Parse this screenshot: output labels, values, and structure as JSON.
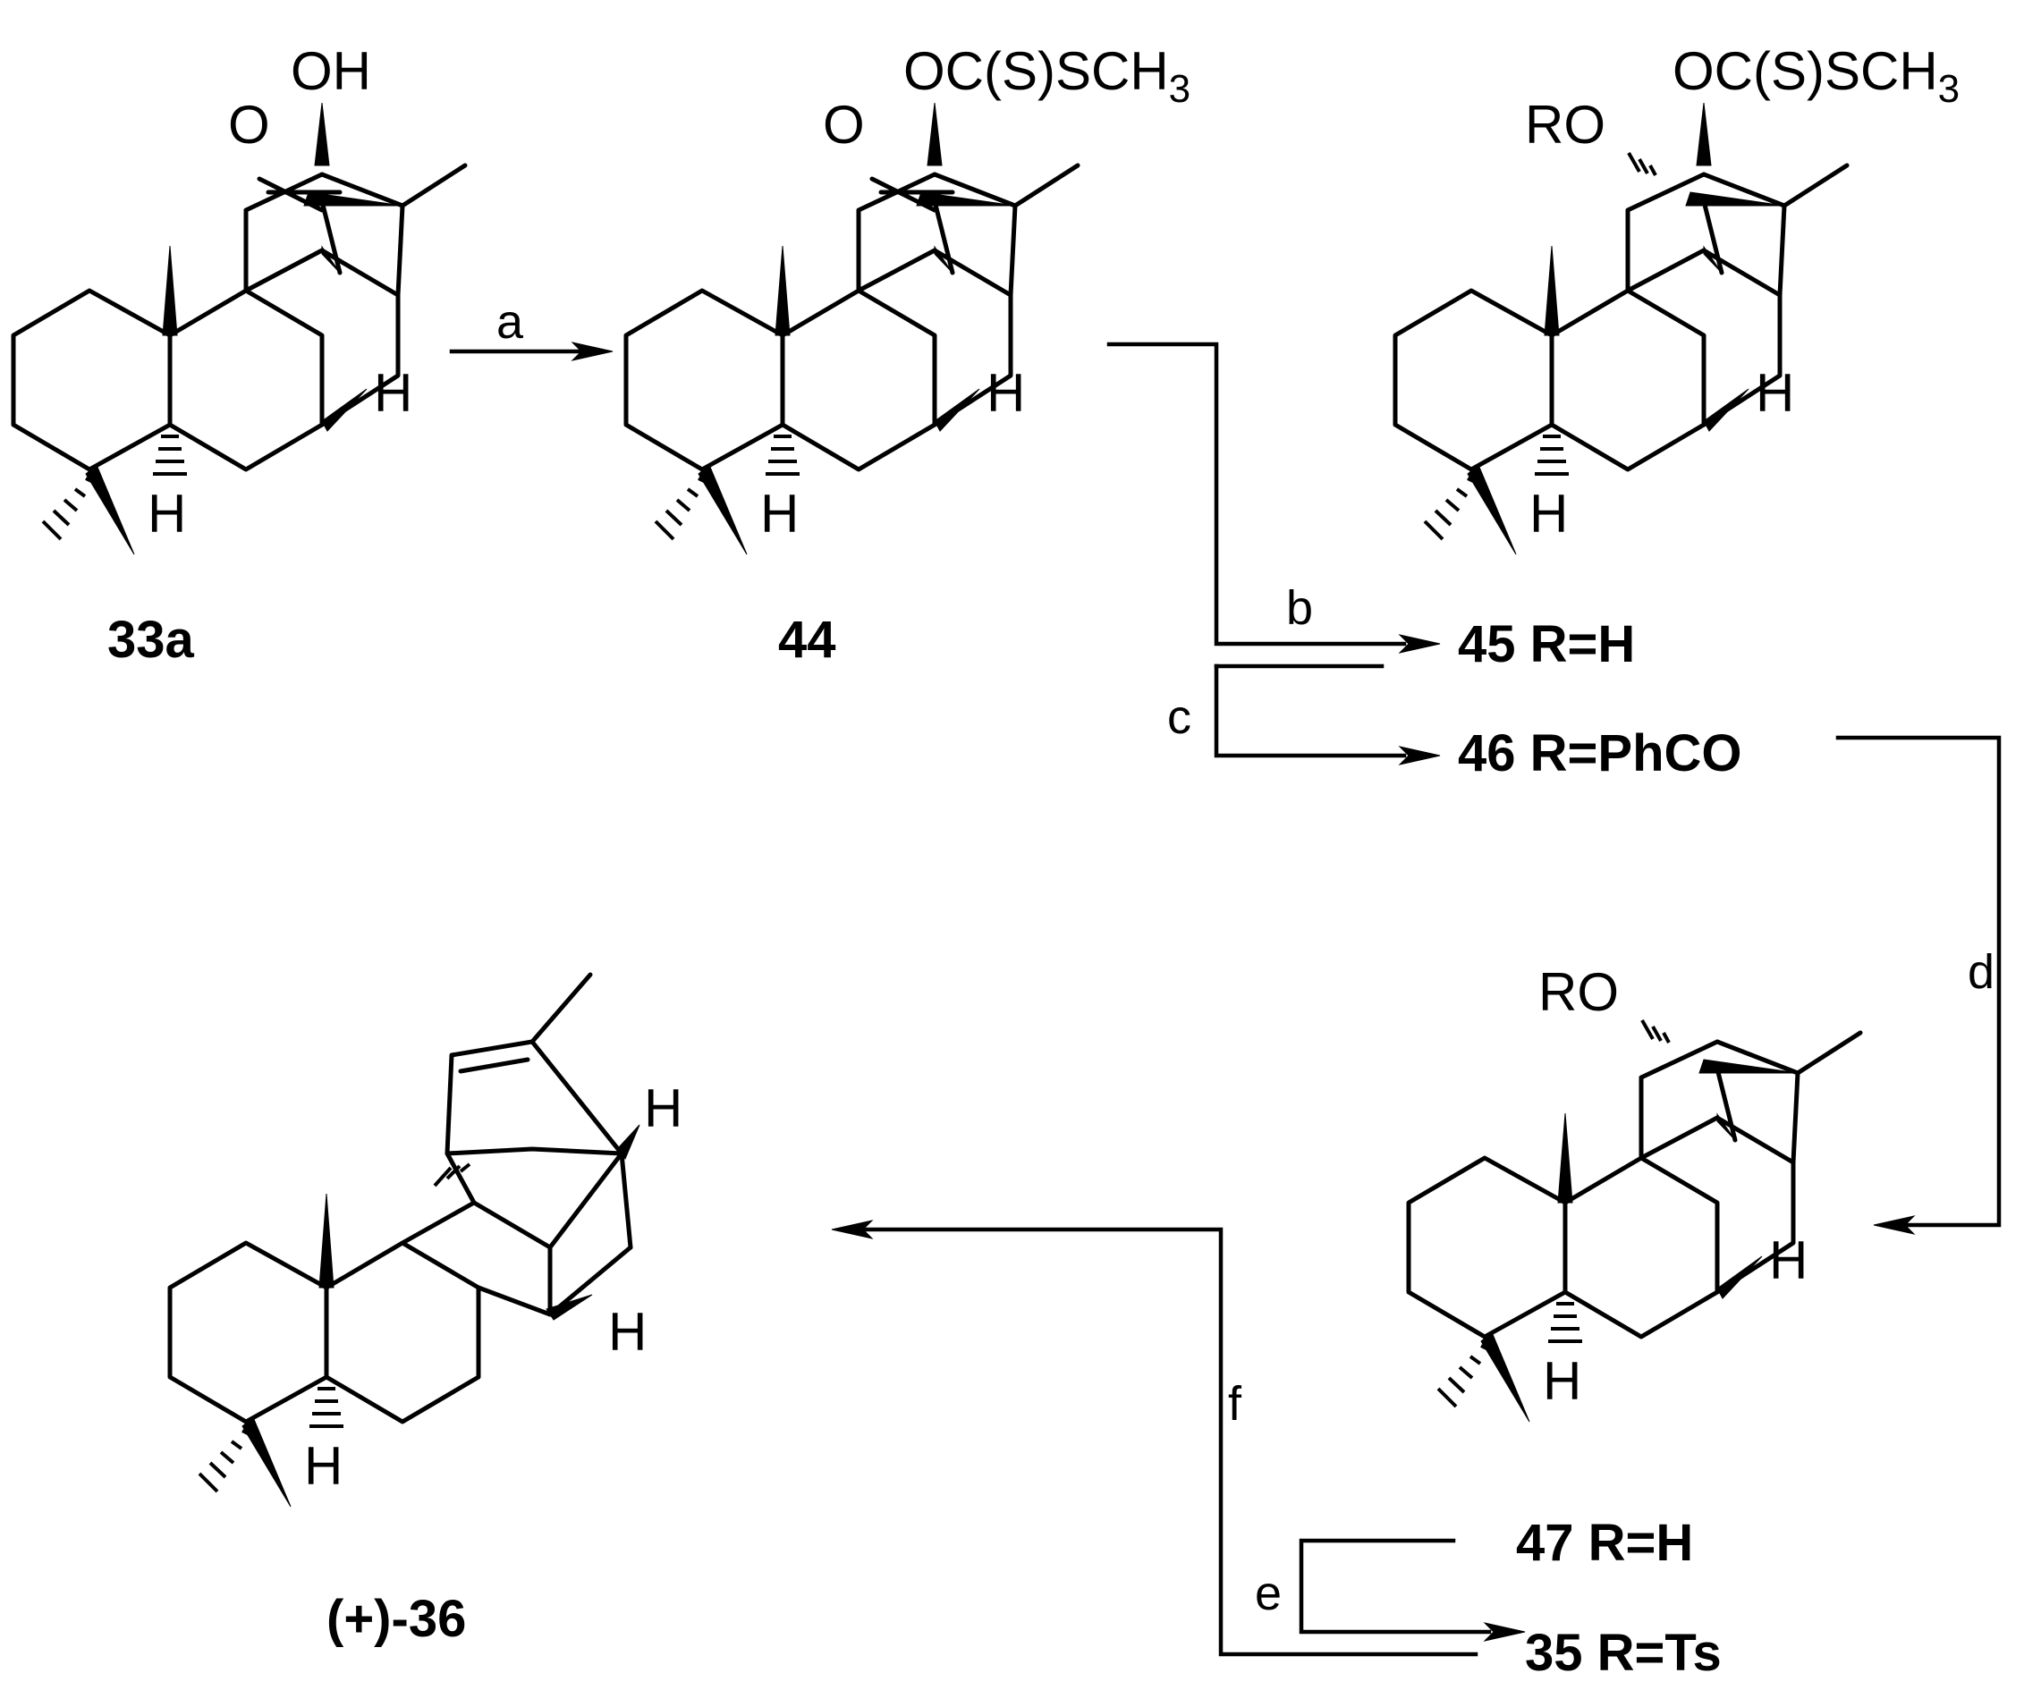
{
  "scheme": {
    "compounds": [
      {
        "id": "33a",
        "label": "33a"
      },
      {
        "id": "44",
        "label": "44"
      },
      {
        "id": "45",
        "label": "45 R=H"
      },
      {
        "id": "46",
        "label": "46 R=PhCO"
      },
      {
        "id": "47",
        "label": "47 R=H"
      },
      {
        "id": "35",
        "label": "35 R=Ts"
      },
      {
        "id": "36",
        "label": "(+)-36"
      }
    ],
    "steps": [
      "a",
      "b",
      "c",
      "d",
      "e",
      "f"
    ],
    "atoms": {
      "oh": "OH",
      "o": "O",
      "h": "H",
      "ro": "RO",
      "xanthate": "OC(S)SCH",
      "xanthate_sub": "3"
    }
  }
}
